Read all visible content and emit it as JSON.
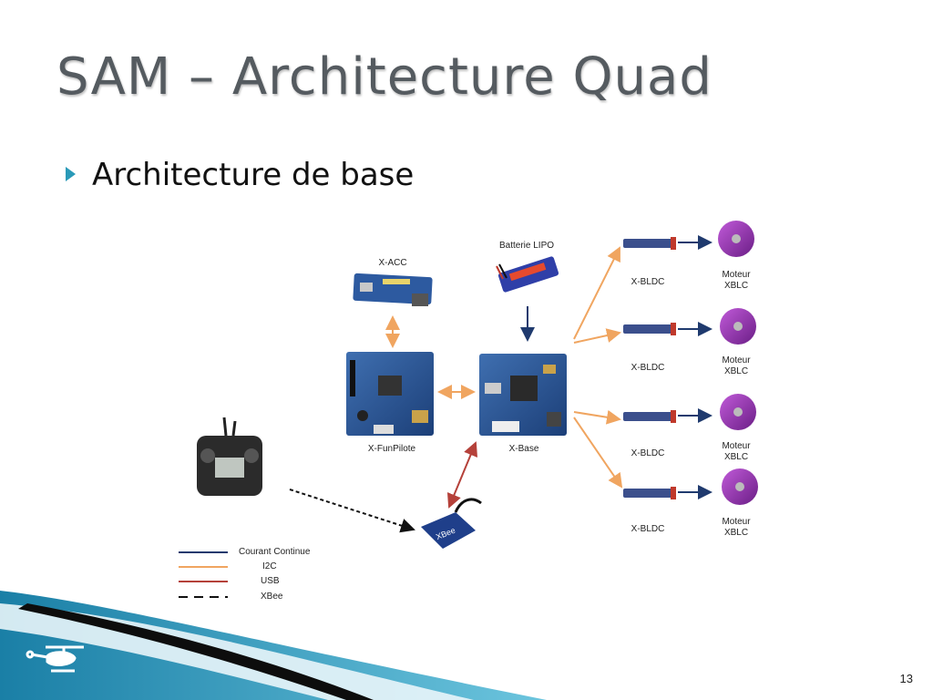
{
  "slide": {
    "title": "SAM – Architecture Quad",
    "bullet": "Architecture de base",
    "page_number": "13"
  },
  "diagram": {
    "nodes": {
      "xacc": "X-ACC",
      "battery": "Batterie LIPO",
      "funpilote": "X-FunPilote",
      "xbase": "X-Base",
      "bldc": "X-BLDC",
      "motor_line1": "Moteur",
      "motor_line2": "XBLC"
    },
    "legend": [
      {
        "label": "Courant Continue",
        "color": "#1f3a6e",
        "style": "solid"
      },
      {
        "label": "I2C",
        "color": "#f0a560",
        "style": "solid"
      },
      {
        "label": "USB",
        "color": "#b5413a",
        "style": "solid"
      },
      {
        "label": "XBee",
        "color": "#111111",
        "style": "dashed"
      }
    ]
  },
  "colors": {
    "power": "#1f3a6e",
    "i2c": "#f0a560",
    "usb": "#b5413a",
    "xbee": "#111111",
    "accent": "#2a9ab8"
  },
  "icons": [
    "helicopter-icon",
    "bullet-arrow-icon"
  ]
}
